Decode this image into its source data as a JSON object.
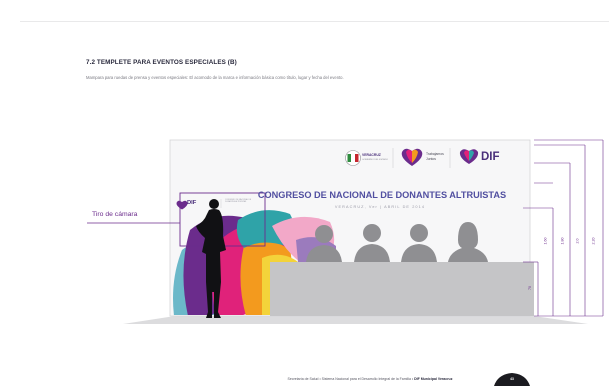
{
  "section": {
    "title": "7.2 TEMPLETE PARA EVENTOS ESPECIALES (B)",
    "description": "Mampara para ruedas de prensa y eventos especiales: El acomodo de la marca e información básica como título, lugar y fecha del evento."
  },
  "banner": {
    "title": "CONGRESO DE NACIONAL DE DONANTES ALTRUISTAS",
    "subtitle": "VERACRUZ, Ver | ABRIL DE 2014",
    "logos": {
      "veracruz": "VERACRUZ",
      "veracruz_tag": "GOBIERNO DEL ESTADO",
      "trabajamos_line1": "Trabajamos",
      "trabajamos_line2": "Juntos",
      "dif": "DIF"
    },
    "mini_logo": "DIF",
    "mini_caption": "CONGRESO DE NACIONAL DE DONANTES ALTRUISTAS"
  },
  "annotation": {
    "camera_label": "Tiro de cámara"
  },
  "dimensions": [
    "70",
    "1.60",
    "1.80",
    "2.0",
    "2.20"
  ],
  "footer": {
    "text": "Secretaría de Salud • Sistema Nacional para el Desarrollo Integral de la Familia • ",
    "bold": "DIF Municipal Veracruz",
    "page_number": "43"
  },
  "colors": {
    "purple": "#6b2c8c",
    "title_blue": "#514fa0",
    "table_gray": "#c5c5c7",
    "silhouette_gray": "#8f8f92"
  }
}
